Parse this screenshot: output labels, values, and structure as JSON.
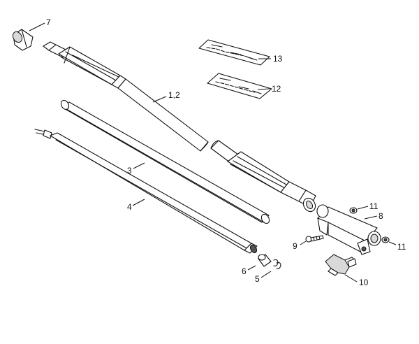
{
  "parts": [
    {
      "id": "7",
      "label": "7"
    },
    {
      "id": "13",
      "label": "13"
    },
    {
      "id": "12",
      "label": "12"
    },
    {
      "id": "1-2",
      "label": "1,2"
    },
    {
      "id": "3",
      "label": "3"
    },
    {
      "id": "4",
      "label": "4"
    },
    {
      "id": "8",
      "label": "8"
    },
    {
      "id": "11a",
      "label": "11"
    },
    {
      "id": "11b",
      "label": "11"
    },
    {
      "id": "9",
      "label": "9"
    },
    {
      "id": "10",
      "label": "10"
    },
    {
      "id": "6",
      "label": "6"
    },
    {
      "id": "5",
      "label": "5"
    }
  ]
}
